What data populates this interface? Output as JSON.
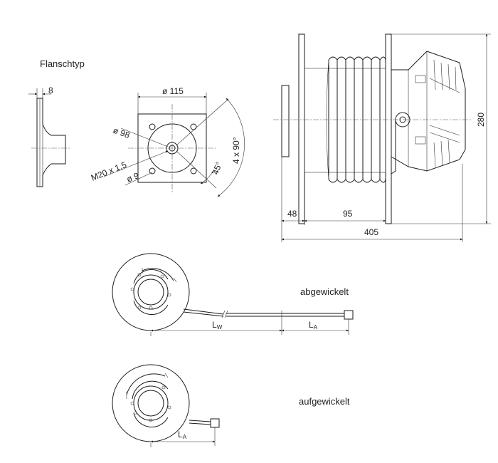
{
  "flange": {
    "title": "Flanschtyp",
    "thickness": "8",
    "dia_outer": "ø 115",
    "dia_bolt": "ø 98",
    "thread": "M20 x 1,5",
    "hole": "ø 9",
    "angle": "45°",
    "angle_multi": "4 x 90°"
  },
  "reel": {
    "height": "280",
    "dim_a": "48",
    "dim_b": "95",
    "dim_total": "405"
  },
  "states": {
    "unwound": "abgewickelt",
    "wound": "aufgewickelt",
    "lw_main": "L",
    "lw_sub": "W",
    "la_main": "L",
    "la_sub": "A"
  }
}
